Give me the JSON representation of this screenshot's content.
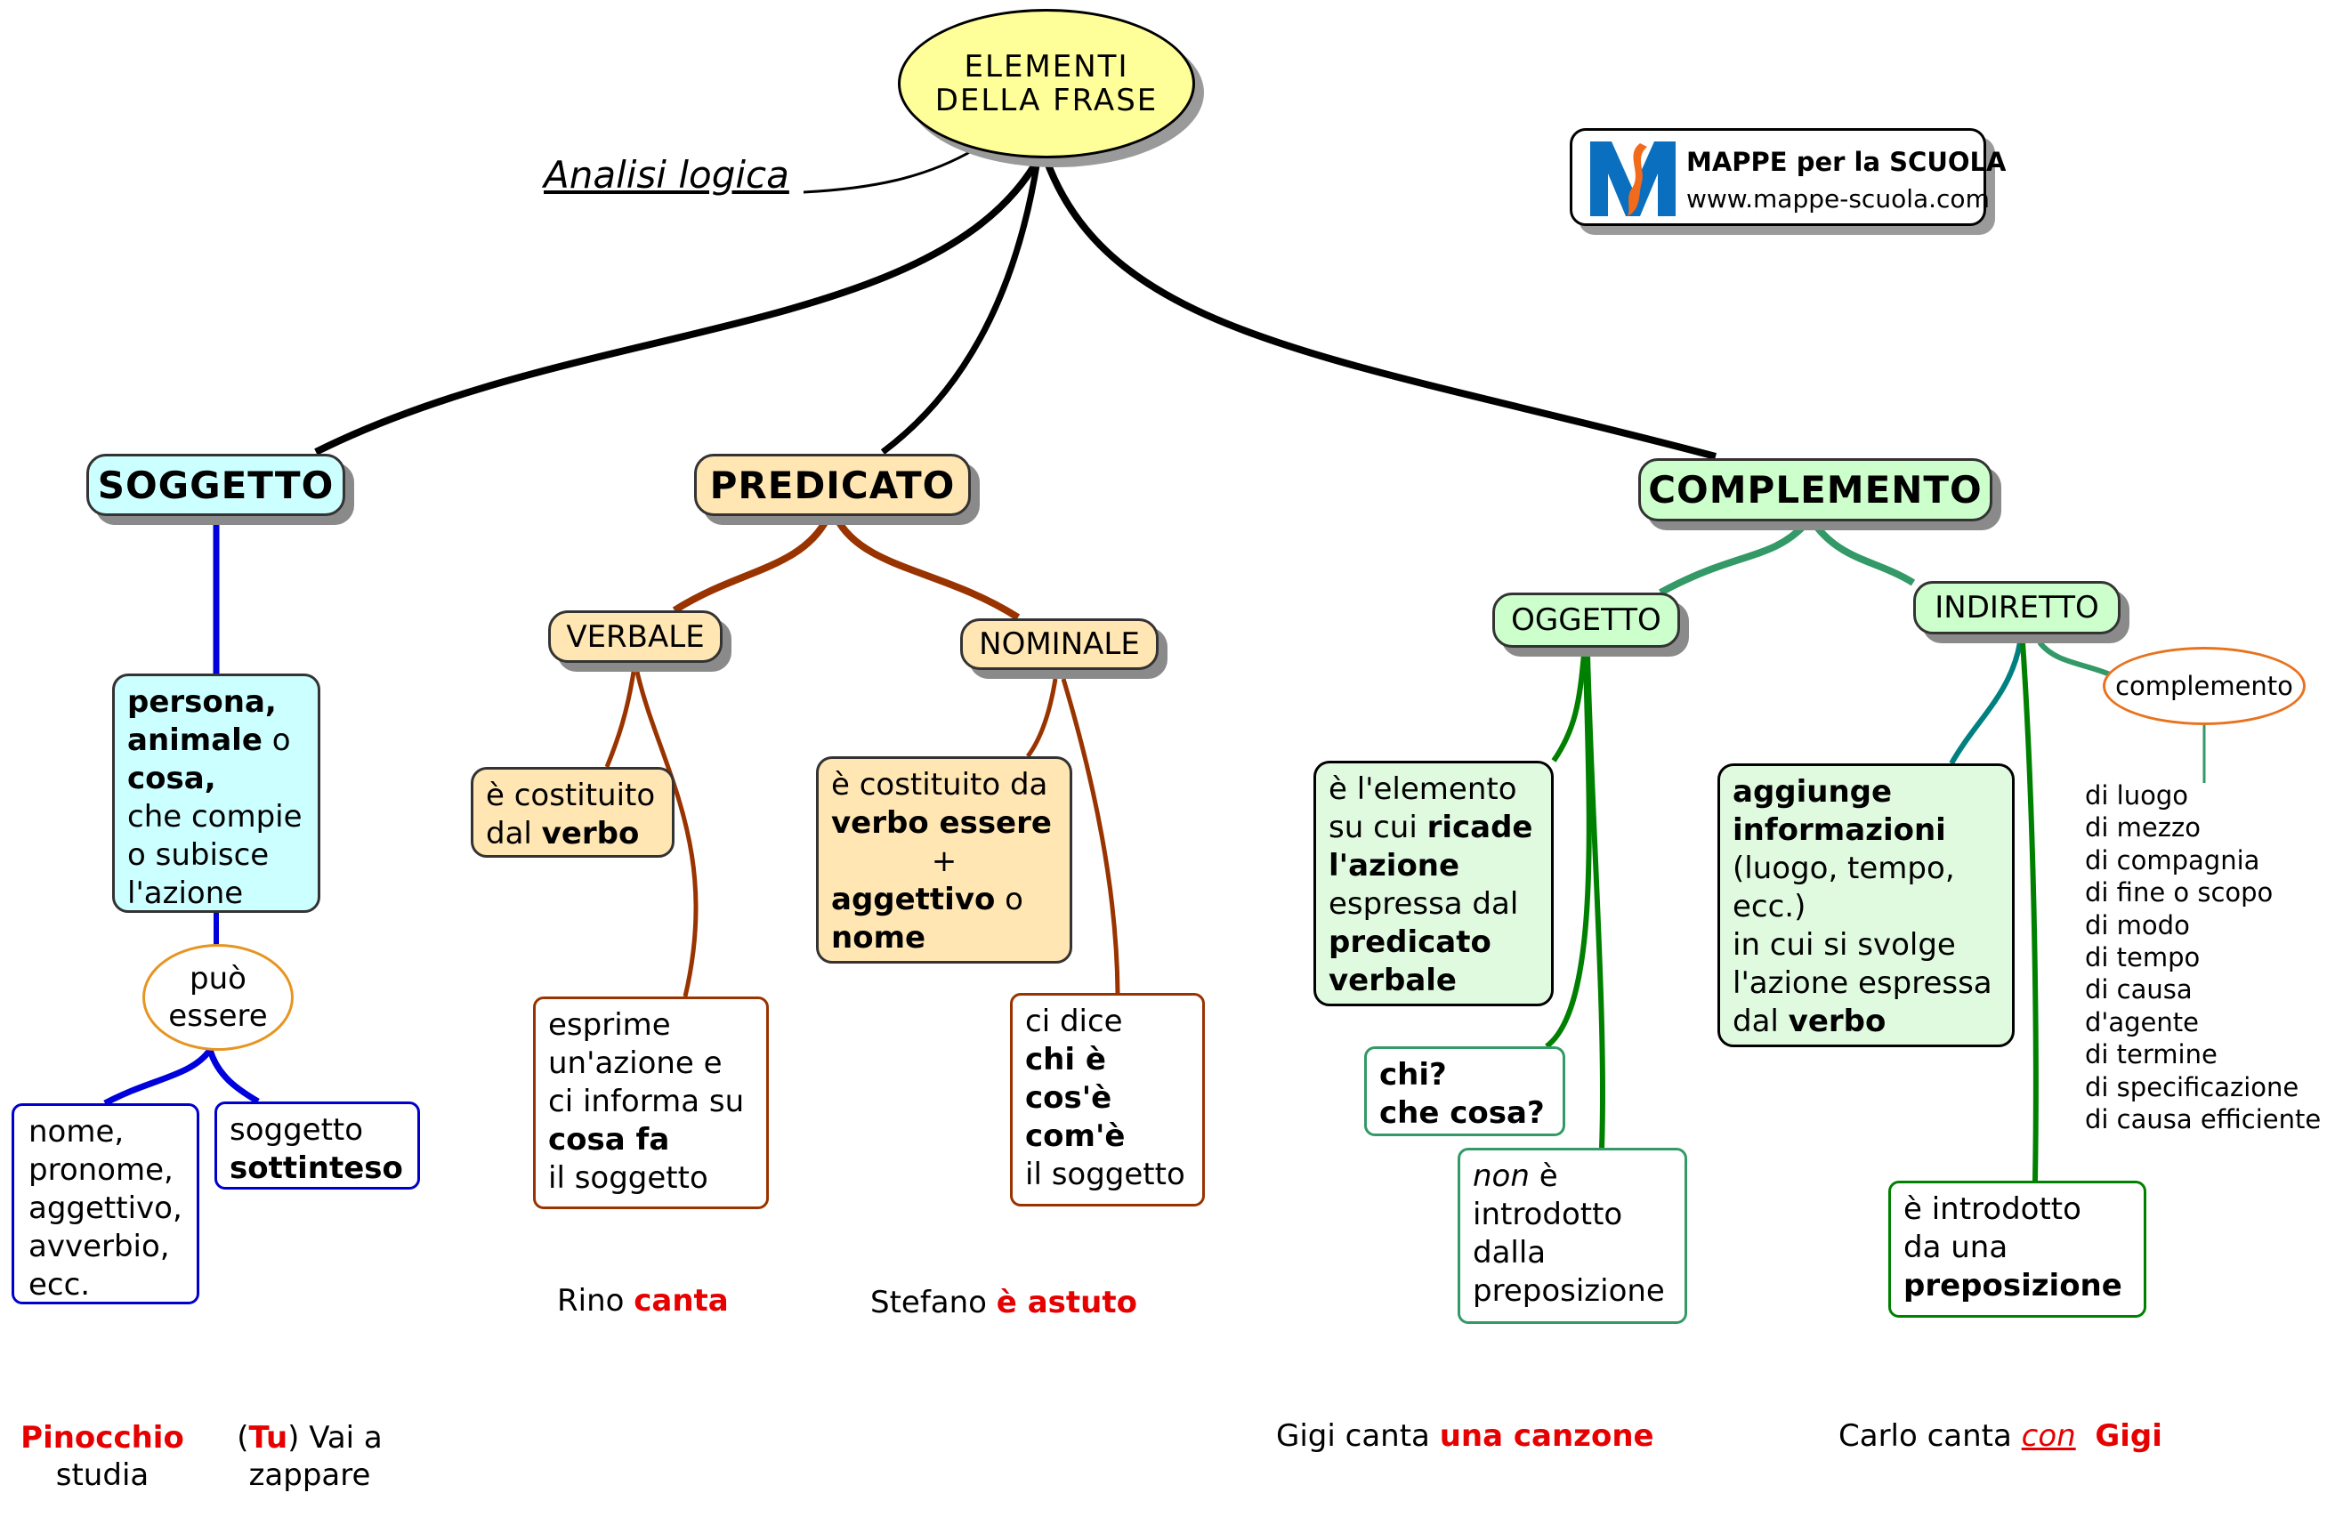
{
  "root": {
    "line1": "ELEMENTI",
    "line2": "DELLA FRASE"
  },
  "annotation": {
    "text": "Analisi logica"
  },
  "logo": {
    "title": "MAPPE per la SCUOLA",
    "url": "www.mappe-scuola.com",
    "icon": "mappe-scuola-logo-icon"
  },
  "colors": {
    "root_fill": "#ffff99",
    "soggetto_fill": "#ccffff",
    "predicato_fill": "#ffe6b3",
    "complemento_fill": "#ccffcc",
    "light_green_fill": "#e0fae0",
    "soggetto_link": "#0000dd",
    "predicato_link": "#993300",
    "complemento_link": "#339966",
    "oggetto_link": "#008000",
    "indiretto_teal_link": "#008080",
    "orange_outline": "#e69520",
    "example_red": "#e60000"
  },
  "soggetto": {
    "title": "SOGGETTO",
    "definition": {
      "bold1": "persona,",
      "bold2": "animale",
      "plain1": " o",
      "bold3": "cosa,",
      "rest1": "che compie",
      "rest2": "o subisce",
      "rest3": "l'azione"
    },
    "connector": {
      "line1": "può",
      "line2": "essere"
    },
    "types": {
      "line1": "nome,",
      "line2": "pronome,",
      "line3": "aggettivo,",
      "line4": "avverbio,",
      "line5": "ecc."
    },
    "implied": {
      "plain": "soggetto",
      "bold": "sottinteso"
    },
    "example1": {
      "red": "Pinocchio",
      "plain": "studia"
    },
    "example2": {
      "open": "(",
      "red": "Tu",
      "close": ") Vai a",
      "line2": "zappare"
    }
  },
  "predicato": {
    "title": "PREDICATO",
    "verbale": {
      "label": "VERBALE",
      "definition": {
        "line1": "è costituito",
        "plain": "dal ",
        "bold": "verbo"
      },
      "meaning": {
        "line1": "esprime",
        "line2": "un'azione e",
        "line3": "ci informa su",
        "bold": "cosa fa",
        "line5": "il soggetto"
      },
      "example": {
        "plain": "Rino ",
        "red": "canta"
      }
    },
    "nominale": {
      "label": "NOMINALE",
      "definition": {
        "line1": "è costituito da",
        "bold1": "verbo essere",
        "plus": "+",
        "bold2": "aggettivo",
        "plain2": " o",
        "bold3": "nome"
      },
      "meaning": {
        "line1": "ci dice",
        "bold1": "chi è",
        "bold2": "cos'è",
        "bold3": "com'è",
        "line5": "il soggetto"
      },
      "example": {
        "plain": "Stefano ",
        "red": "è astuto"
      }
    }
  },
  "complemento": {
    "title": "COMPLEMENTO",
    "oggetto": {
      "label": "OGGETTO",
      "definition": {
        "line1": "è l'elemento",
        "plain2": "su cui ",
        "bold2": "ricade",
        "bold3": "l'azione",
        "line4": "espressa dal",
        "bold5": "predicato",
        "bold6": "verbale"
      },
      "questions": {
        "line1": "chi?",
        "line2": "che cosa?"
      },
      "preposition": {
        "italic": "non",
        "rest1": " è",
        "line2": "introdotto",
        "line3": "dalla",
        "line4": "preposizione"
      },
      "example": {
        "plain": "Gigi canta ",
        "red": "una canzone"
      }
    },
    "indiretto": {
      "label": "INDIRETTO",
      "definition": {
        "bold1": "aggiunge",
        "bold2": "informazioni",
        "line3": "(luogo, tempo,",
        "line4": "ecc.)",
        "line5": "in cui si svolge",
        "line6": "l'azione espressa",
        "plain7": "dal ",
        "bold7": "verbo"
      },
      "kinds_label": "complemento",
      "kinds": [
        "di luogo",
        "di mezzo",
        "di compagnia",
        "di fine o scopo",
        "di modo",
        "di tempo",
        "di causa",
        "d'agente",
        "di termine",
        "di specificazione",
        "di causa efficiente"
      ],
      "preposition": {
        "line1": "è introdotto",
        "line2": "da una",
        "bold": "preposizione"
      },
      "example": {
        "plain": "Carlo canta ",
        "italic_red": "con",
        "red": "Gigi"
      }
    }
  }
}
